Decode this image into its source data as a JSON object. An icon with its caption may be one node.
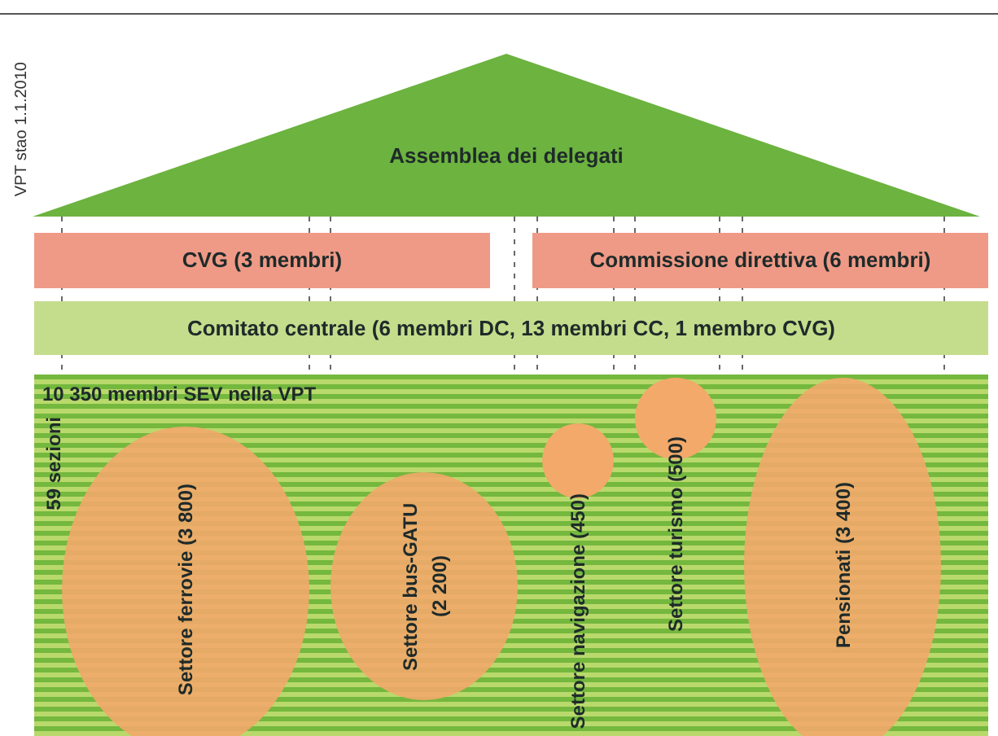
{
  "diagram": {
    "nodes": [
      {
        "text": [
          "Assemblea dei delegati"
        ]
      },
      {
        "text": [
          "CVG (3 membri)"
        ]
      },
      {
        "text": [
          "Commissione direttiva (6 membri)"
        ]
      },
      {
        "text": [
          "Comitato centrale (6 membri DC, 13 membri CC, 1 membro CVG)"
        ]
      },
      {
        "text": [
          "10 350 membri SEV nella VPT",
          "59 sezioni"
        ]
      },
      {
        "text": [
          "Settore ferrovie (3 800)"
        ],
        "in": 4
      },
      {
        "text": [
          "Settore bus-GATU (2 200)"
        ],
        "in": 4
      },
      {
        "text": [
          "Settore navigazione (450)"
        ],
        "in": 4
      },
      {
        "text": [
          "Settore turismo (500)"
        ],
        "in": 4
      },
      {
        "text": [
          "Pensionati (3 400)"
        ],
        "in": 4
      }
    ],
    "labels": [
      "VPT stao 1.1.2010"
    ]
  }
}
